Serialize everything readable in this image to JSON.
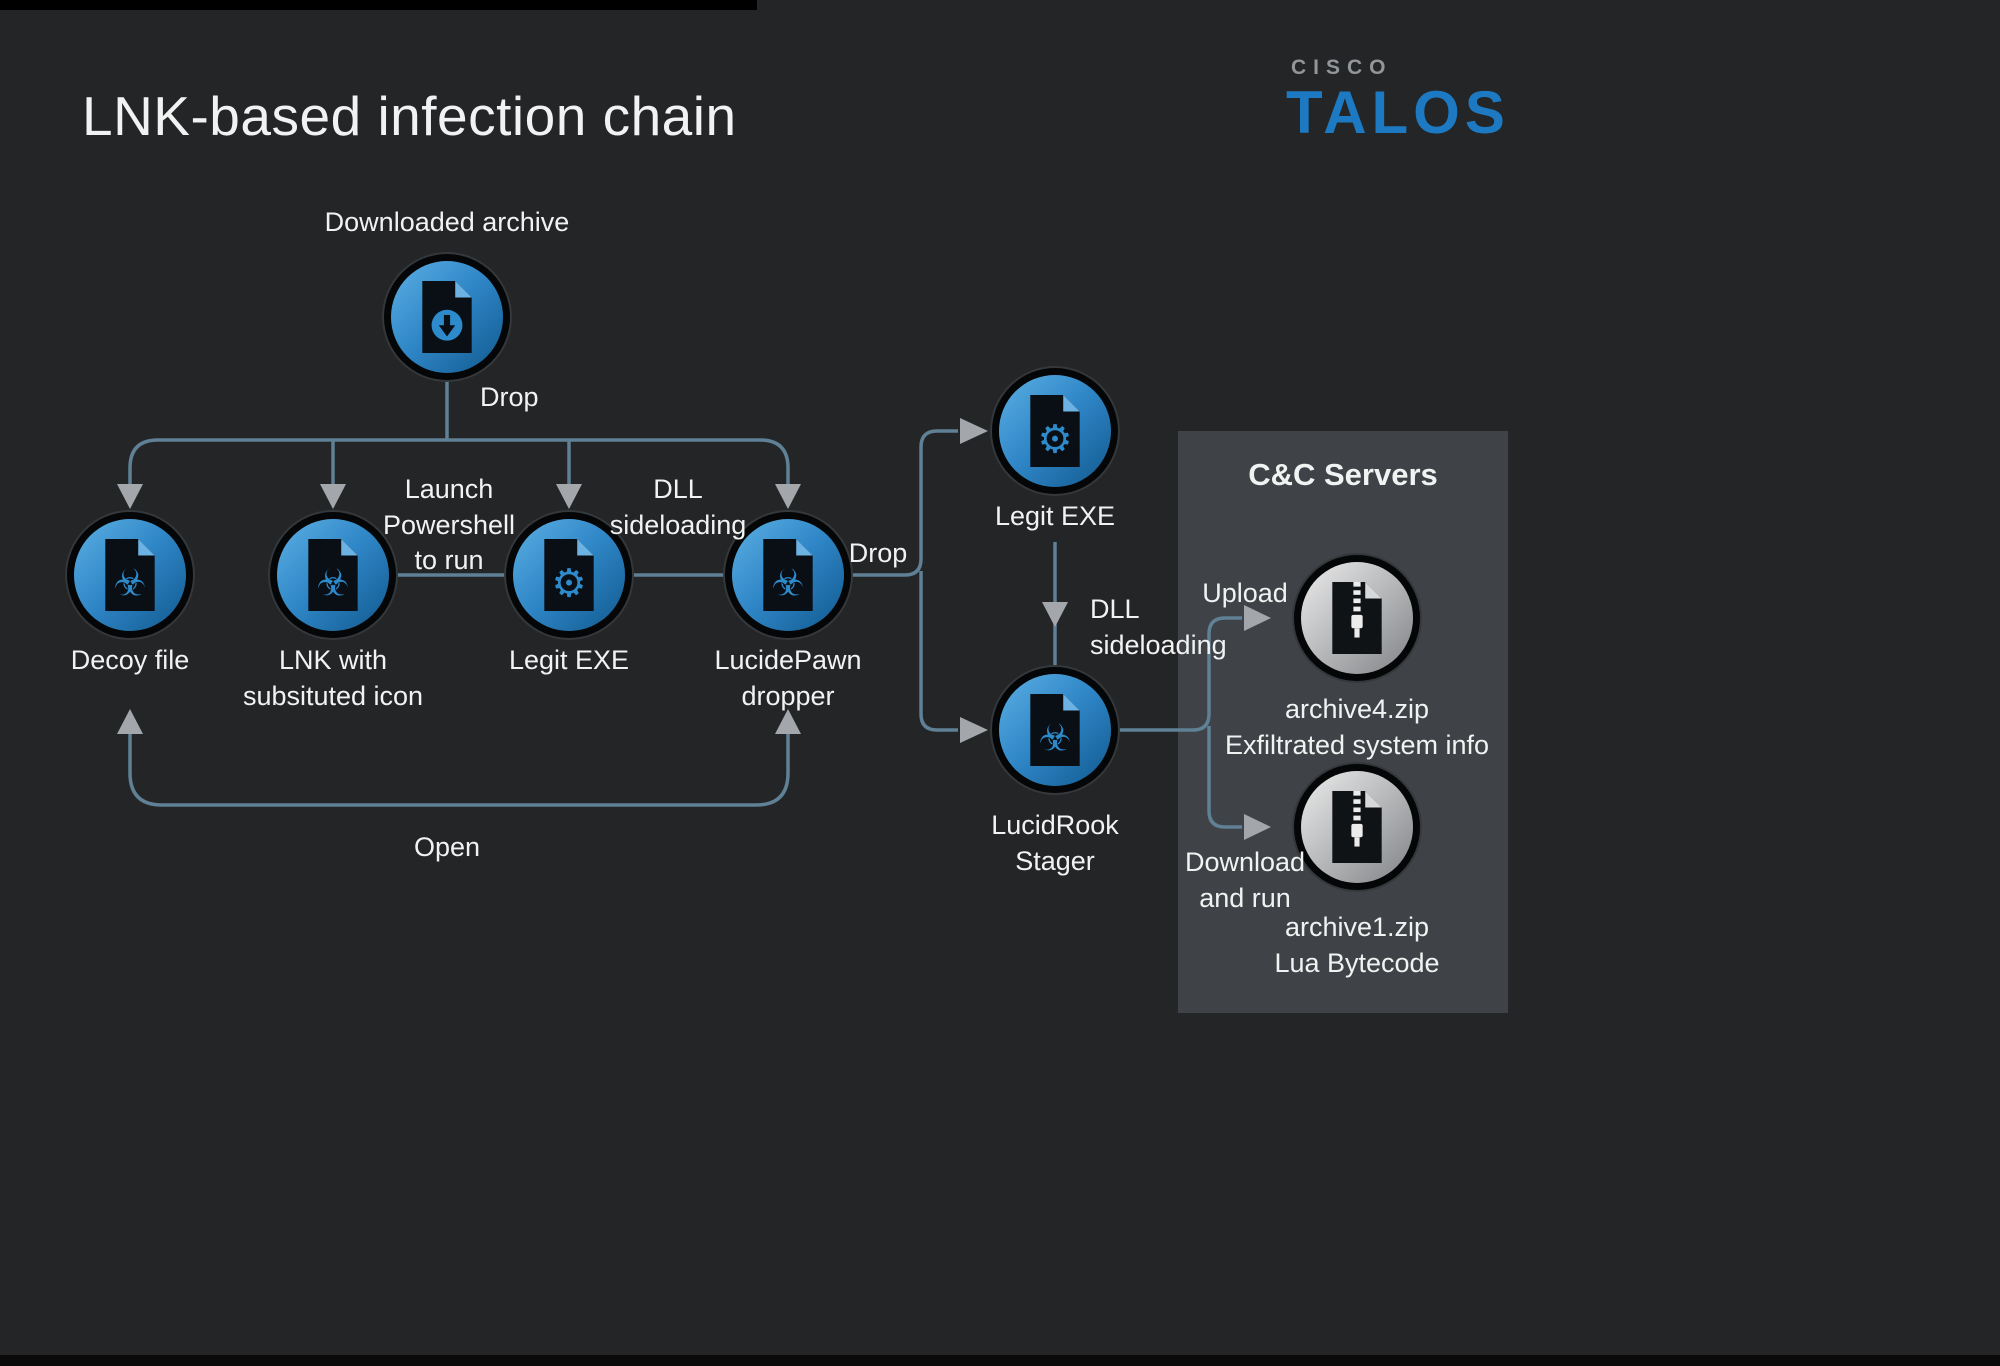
{
  "page": {
    "title": "LNK-based infection chain"
  },
  "logo": {
    "cisco": "CISCO",
    "talos": "TALOS"
  },
  "panel": {
    "title": "C&C Servers"
  },
  "nodes": [
    {
      "id": "downloaded-archive",
      "label": "Downloaded archive",
      "icon": "download-file-icon"
    },
    {
      "id": "decoy-file",
      "label": "Decoy file",
      "icon": "malicious-file-icon"
    },
    {
      "id": "lnk-substituted-icon",
      "label": "LNK with\nsubsituted icon",
      "icon": "malicious-file-icon"
    },
    {
      "id": "legit-exe-1",
      "label": "Legit EXE",
      "icon": "executable-file-icon"
    },
    {
      "id": "lucidepawn-dropper",
      "label": "LucidePawn\ndropper",
      "icon": "malicious-file-icon"
    },
    {
      "id": "legit-exe-2",
      "label": "Legit EXE",
      "icon": "executable-file-icon"
    },
    {
      "id": "lucidrook-stager",
      "label": "LucidRook\nStager",
      "icon": "malicious-file-icon"
    },
    {
      "id": "archive4-zip",
      "label": "archive4.zip\nExfiltrated system info",
      "icon": "zip-archive-icon"
    },
    {
      "id": "archive1-zip",
      "label": "archive1.zip\nLua Bytecode",
      "icon": "zip-archive-icon"
    }
  ],
  "edge_labels": {
    "drop_1": "Drop",
    "launch_powershell": "Launch\nPowershell\nto run",
    "dll_sideloading_1": "DLL\nsideloading",
    "drop_2": "Drop",
    "dll_sideloading_2": "DLL\nsideloading",
    "upload": "Upload",
    "download_and_run": "Download\nand run",
    "open": "Open"
  },
  "colors": {
    "background": "#232527",
    "node_blue": "#2f86c6",
    "line": "#5f8095",
    "arrow": "#a3a7ab",
    "panel_gray": "#3f4347",
    "talos_blue": "#1d7ac2"
  }
}
